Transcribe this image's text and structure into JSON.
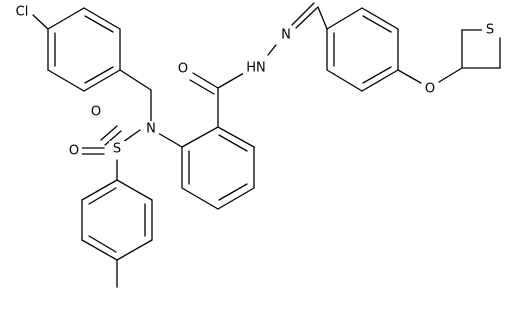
{
  "atoms": [
    {
      "id": "cl",
      "text": "Cl"
    },
    {
      "id": "s_sulfonyl",
      "text": "S"
    },
    {
      "id": "o_s_top",
      "text": "O"
    },
    {
      "id": "o_s_left",
      "text": "O"
    },
    {
      "id": "n_amide",
      "text": "N"
    },
    {
      "id": "o_carbonyl",
      "text": "O"
    },
    {
      "id": "nh_hydrazide",
      "text": "HN"
    },
    {
      "id": "n_imine",
      "text": "N"
    },
    {
      "id": "o_ether",
      "text": "O"
    },
    {
      "id": "s_thietane",
      "text": "S"
    }
  ]
}
